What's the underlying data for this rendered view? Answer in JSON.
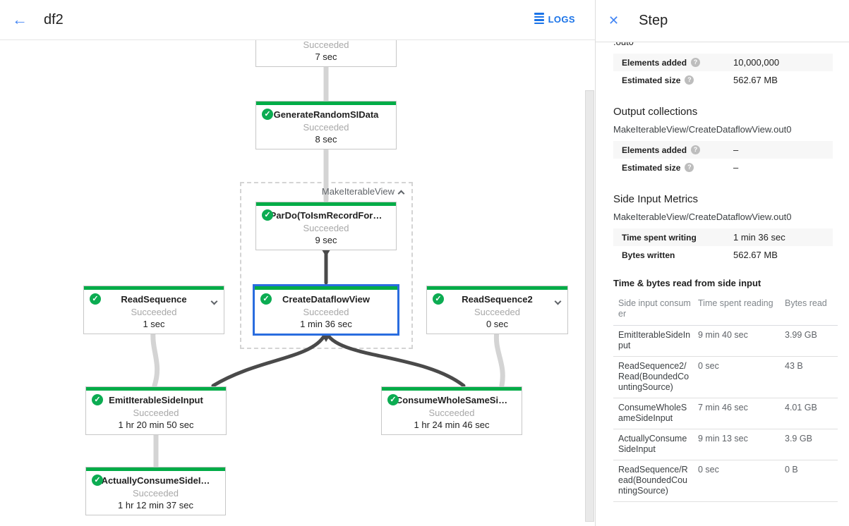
{
  "topbar": {
    "title": "df2",
    "logs_label": "LOGS"
  },
  "icons": {
    "back": "←",
    "close": "✕",
    "check": "✓",
    "help": "?"
  },
  "colors": {
    "success_green": "#00ac47",
    "accent_blue": "#1a73e8",
    "selection_blue": "#2a6ddf",
    "edge_dark": "#4a4a4a",
    "edge_light": "#d4d4d4"
  },
  "graph": {
    "group_label": "MakeIterableView",
    "nodes": [
      {
        "name": "",
        "status": "Succeeded",
        "time": "7 sec"
      },
      {
        "name": "GenerateRandomSIData",
        "status": "Succeeded",
        "time": "8 sec"
      },
      {
        "name": "ParDo(ToIsmRecordFor…",
        "status": "Succeeded",
        "time": "9 sec"
      },
      {
        "name": "CreateDataflowView",
        "status": "Succeeded",
        "time": "1 min 36 sec"
      },
      {
        "name": "ReadSequence",
        "status": "Succeeded",
        "time": "1 sec"
      },
      {
        "name": "ReadSequence2",
        "status": "Succeeded",
        "time": "0 sec"
      },
      {
        "name": "EmitIterableSideInput",
        "status": "Succeeded",
        "time": "1 hr 20 min 50 sec"
      },
      {
        "name": "ConsumeWholeSameSi…",
        "status": "Succeeded",
        "time": "1 hr 24 min 46 sec"
      },
      {
        "name": "ActuallyConsumeSideI…",
        "status": "Succeeded",
        "time": "1 hr 12 min 37 sec"
      }
    ]
  },
  "panel": {
    "title": "Step",
    "clipped_line": ".out0",
    "input_metrics": {
      "rows": [
        {
          "label": "Elements added",
          "value": "10,000,000"
        },
        {
          "label": "Estimated size",
          "value": "562.67 MB"
        }
      ]
    },
    "output_collections": {
      "title": "Output collections",
      "collection": "MakeIterableView/CreateDataflowView.out0",
      "rows": [
        {
          "label": "Elements added",
          "value": "–"
        },
        {
          "label": "Estimated size",
          "value": "–"
        }
      ]
    },
    "side_input_metrics": {
      "title": "Side Input Metrics",
      "collection": "MakeIterableView/CreateDataflowView.out0",
      "rows": [
        {
          "label": "Time spent writing",
          "value": "1 min 36 sec"
        },
        {
          "label": "Bytes written",
          "value": "562.67 MB"
        }
      ]
    },
    "side_input_table": {
      "title": "Time & bytes read from side input",
      "columns": [
        "Side input consumer",
        "Time spent reading",
        "Bytes read"
      ],
      "rows": [
        [
          "EmitIterableSideInput",
          "9 min 40 sec",
          "3.99 GB"
        ],
        [
          "ReadSequence2/Read(BoundedCountingSource)",
          "0 sec",
          "43 B"
        ],
        [
          "ConsumeWholeSameSideInput",
          "7 min 46 sec",
          "4.01 GB"
        ],
        [
          "ActuallyConsumeSideInput",
          "9 min 13 sec",
          "3.9 GB"
        ],
        [
          "ReadSequence/Read(BoundedCountingSource)",
          "0 sec",
          "0 B"
        ]
      ]
    }
  }
}
